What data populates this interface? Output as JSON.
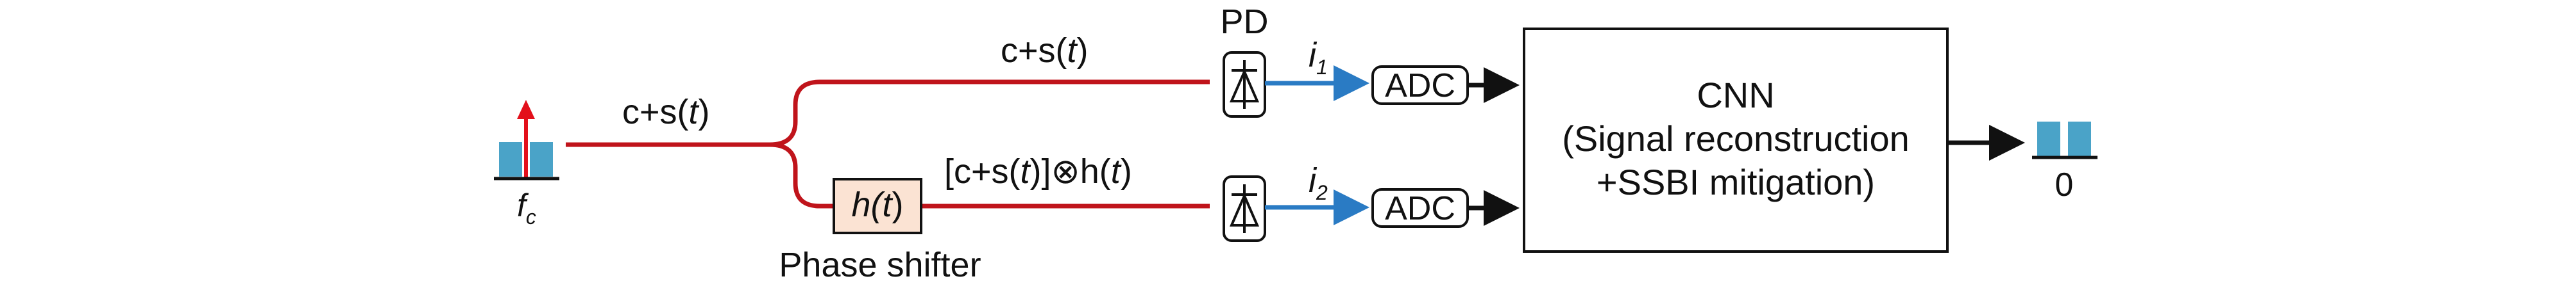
{
  "colors": {
    "fiber": "#c0141b",
    "electrical": "#2a7bc4",
    "spectrum": "#4aa3c8",
    "carrier": "#e3101b",
    "filter_fill": "#fbe3d3",
    "stroke": "#111111"
  },
  "icons": {
    "photodiode": "photodiode-icon",
    "spectrum_in": "spectrum-icon",
    "spectrum_out": "spectrum-icon"
  },
  "input": {
    "carrier_label": "f",
    "carrier_sub": "c",
    "signal_label": {
      "c": "c+s(",
      "t": "t",
      "close": ")"
    }
  },
  "upper_branch": {
    "signal_label": {
      "c": "c+s(",
      "t": "t",
      "close": ")"
    },
    "current_label": {
      "i": "i",
      "sub": "1"
    }
  },
  "lower_branch": {
    "signal_label": {
      "open": "[c+s(",
      "t1": "t",
      "mid": ")]⊗h(",
      "t2": "t",
      "close": ")"
    },
    "current_label": {
      "i": "i",
      "sub": "2"
    }
  },
  "pd_label": "PD",
  "filter": {
    "h": "h(",
    "t": "t",
    "close": ")",
    "caption": "Phase shifter"
  },
  "adc_top": "ADC",
  "adc_bottom": "ADC",
  "cnn": {
    "line1": "CNN",
    "line2": "(Signal reconstruction",
    "line3": "+SSBI mitigation)"
  },
  "output": {
    "label": "0"
  }
}
